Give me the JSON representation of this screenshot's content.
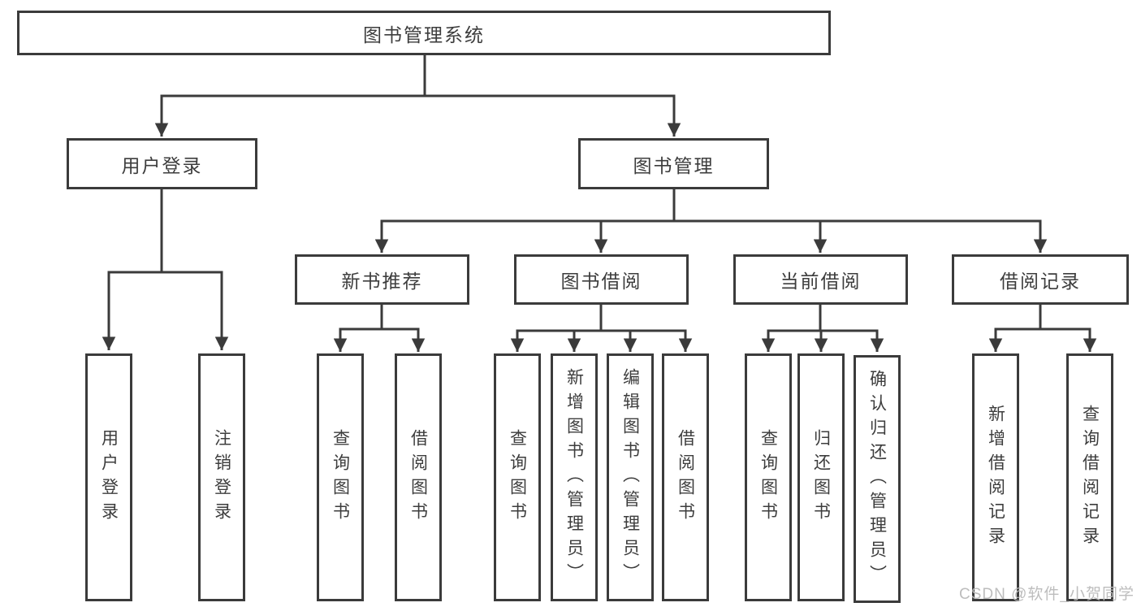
{
  "nodes": {
    "root": "图书管理系统",
    "level2": [
      "用户登录",
      "图书管理"
    ],
    "level3": [
      "新书推荐",
      "图书借阅",
      "当前借阅",
      "借阅记录"
    ],
    "leaves_user": [
      "用户登录",
      "注销登录"
    ],
    "leaves_recommend": [
      "查询图书",
      "借阅图书"
    ],
    "leaves_borrow": [
      "查询图书",
      "新增图书（管理员）",
      "编辑图书（管理员）",
      "借阅图书"
    ],
    "leaves_current": [
      "查询图书",
      "归还图书",
      "确认归还（管理员）"
    ],
    "leaves_record": [
      "新增借阅记录",
      "查询借阅记录"
    ]
  },
  "watermark": "CSDN @软件_小贺同学",
  "colors": {
    "line": "#3b3b3b",
    "text": "#3d3d3d",
    "watermark": "#b9b9b9",
    "background": "#ffffff"
  }
}
